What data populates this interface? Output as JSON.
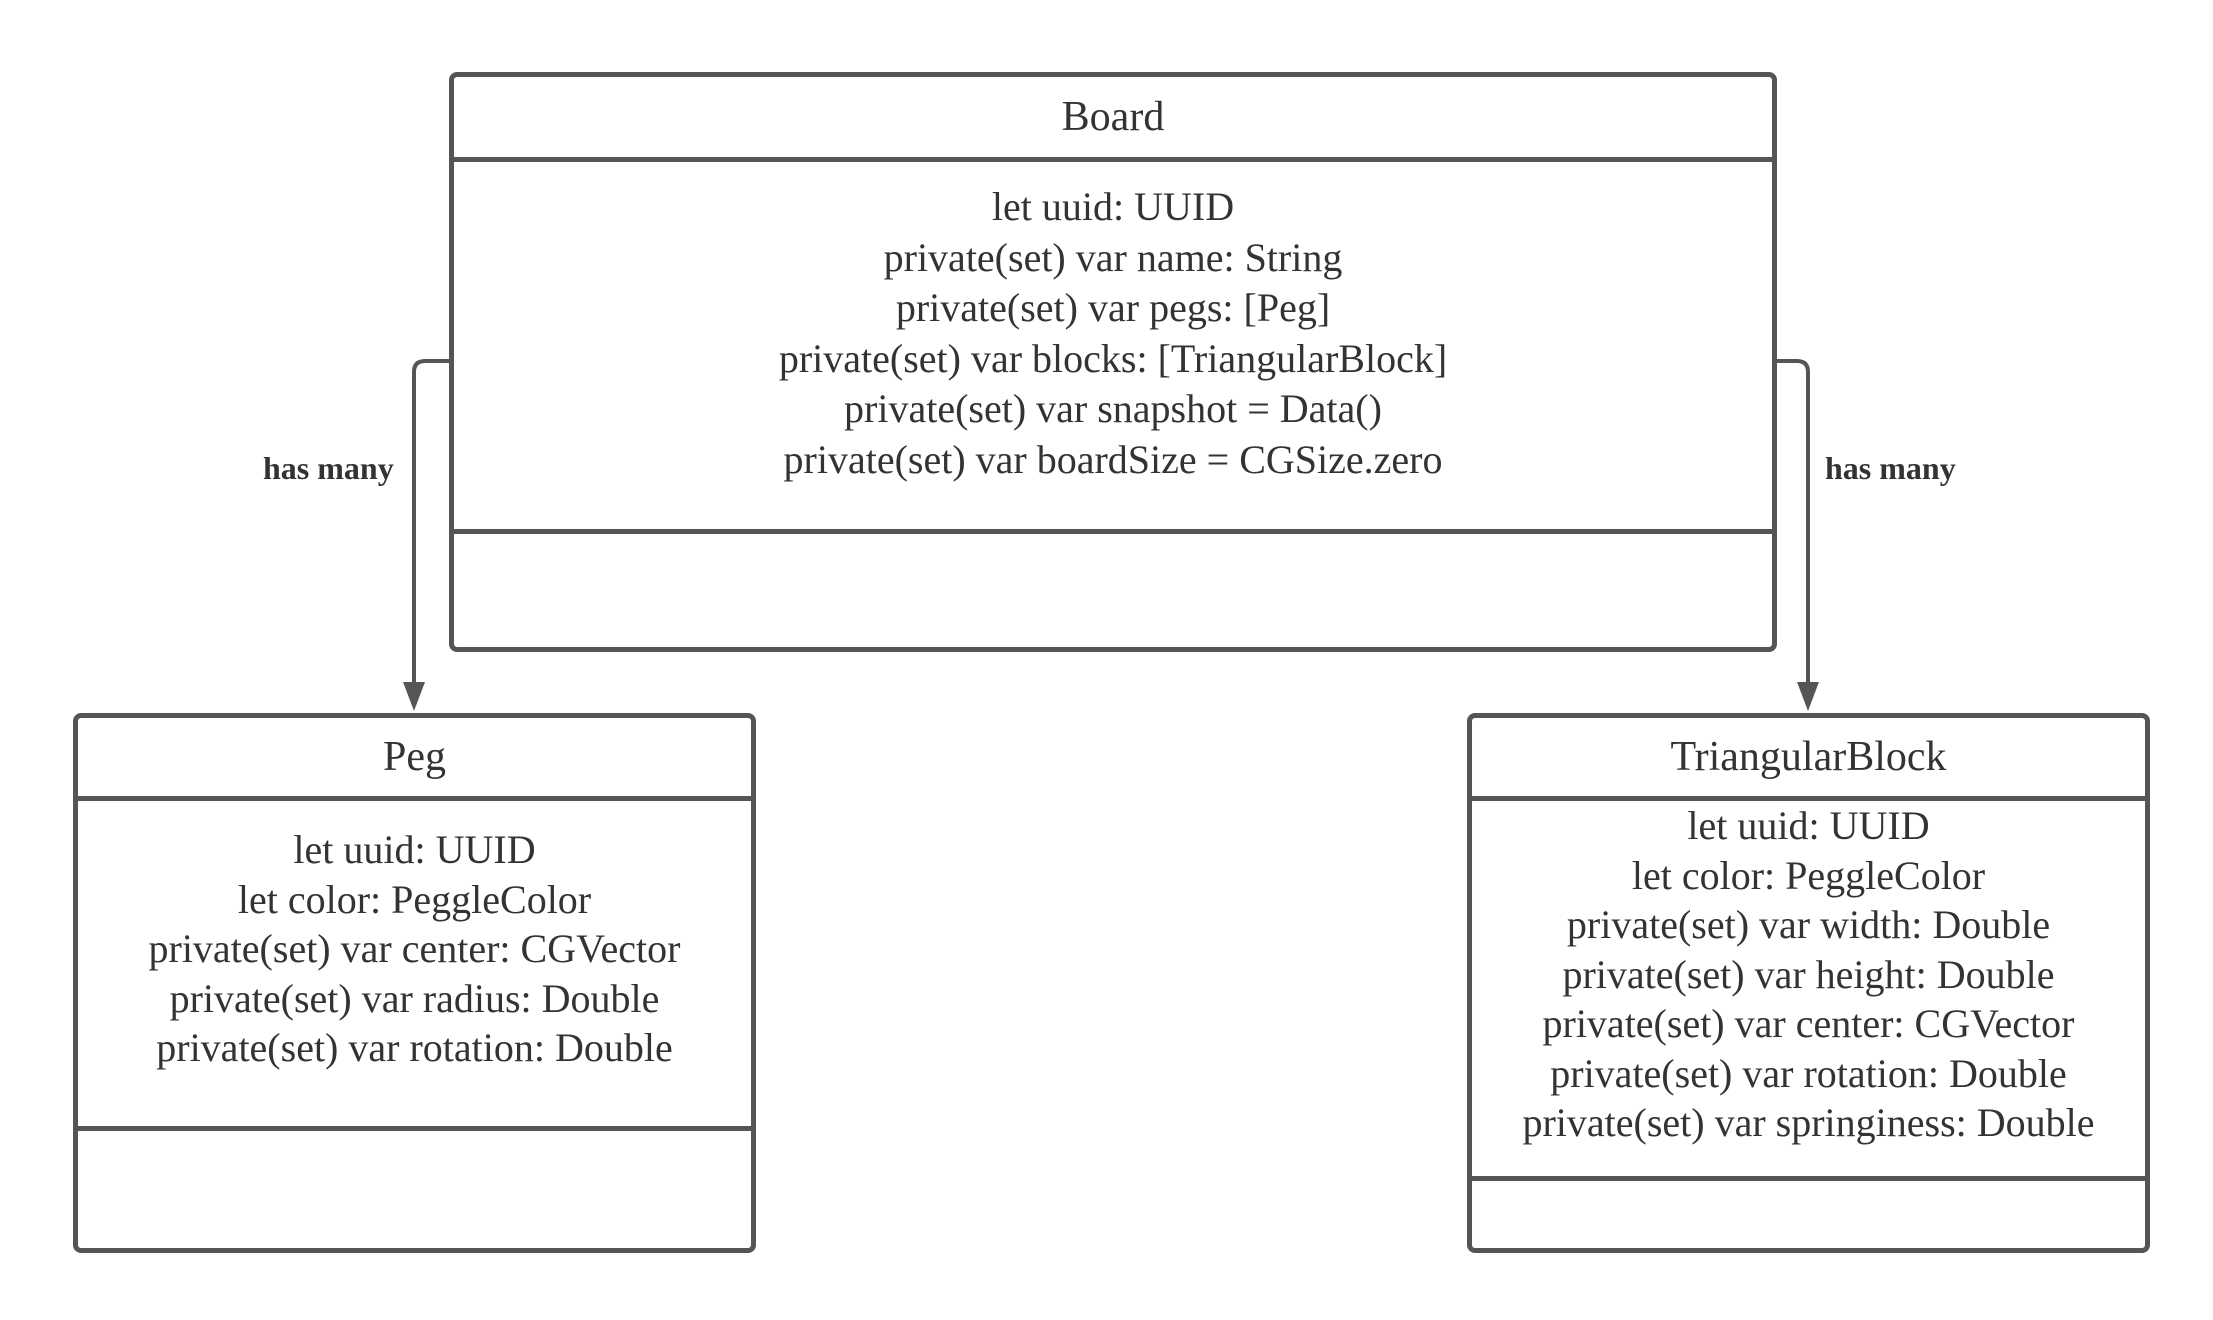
{
  "classes": {
    "board": {
      "name": "Board",
      "attributes": [
        "let uuid: UUID",
        "private(set) var name: String",
        "private(set) var pegs: [Peg]",
        "private(set) var blocks: [TriangularBlock]",
        "private(set) var snapshot = Data()",
        "private(set) var boardSize = CGSize.zero"
      ]
    },
    "peg": {
      "name": "Peg",
      "attributes": [
        "let uuid: UUID",
        "let color: PeggleColor",
        "private(set) var center: CGVector",
        "private(set) var radius: Double",
        "private(set) var rotation: Double"
      ]
    },
    "triangular_block": {
      "name": "TriangularBlock",
      "attributes": [
        "let uuid: UUID",
        "let color: PeggleColor",
        "private(set) var width: Double",
        "private(set) var height: Double",
        "private(set) var center: CGVector",
        "private(set) var rotation: Double",
        "private(set) var springiness: Double"
      ]
    }
  },
  "relations": {
    "board_to_peg": "has many",
    "board_to_triangular_block": "has many"
  },
  "colors": {
    "stroke": "#555555",
    "text": "#333333",
    "background": "#ffffff"
  }
}
